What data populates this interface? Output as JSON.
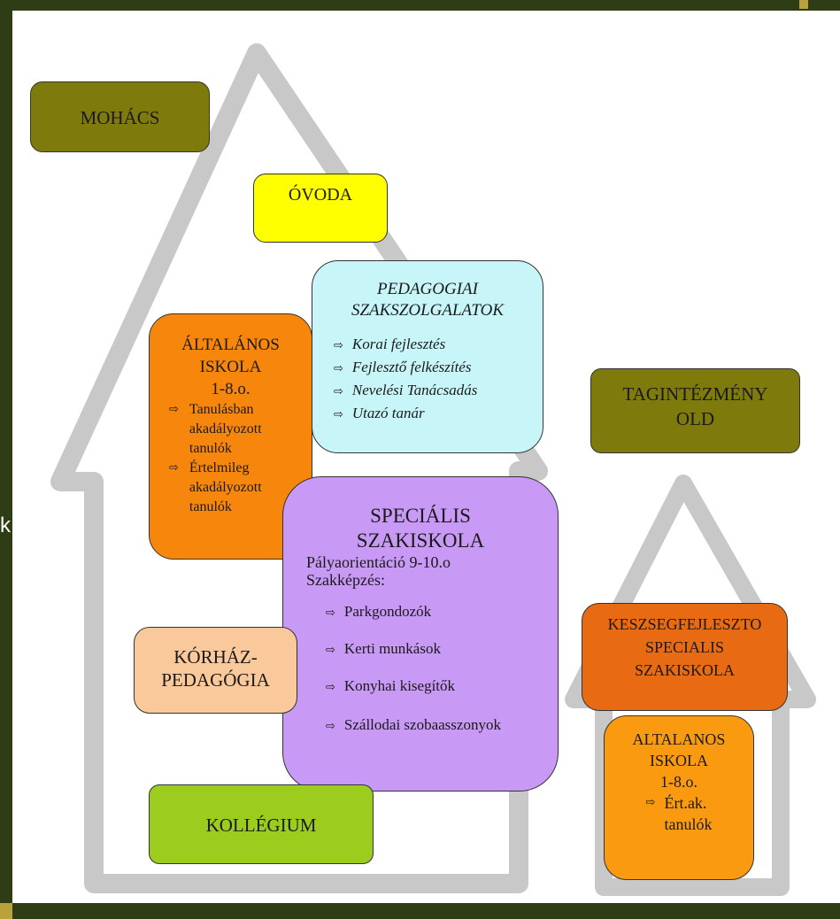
{
  "nodes": {
    "mohacs": "MOHÁCS",
    "ovoda": "ÓVODA",
    "ped_szak": {
      "title_line1": "PEDAGOGIAI",
      "title_line2": "SZAKSZOLGALATOK",
      "items": [
        "Korai fejlesztés",
        "Fejlesztő felkészítés",
        "Nevelési Tanácsadás",
        "Utazó tanár"
      ]
    },
    "altalanos_iskola": {
      "title_line1": "ÁLTALÁNOS",
      "title_line2": "ISKOLA",
      "title_line3": "1-8.o.",
      "items": [
        "Tanulásban akadályozott tanulók",
        "Értelmileg akadályozott tanulók"
      ]
    },
    "tagintezmeny": {
      "line1": "TAGINTÉZMÉNY",
      "line2": "OLD"
    },
    "specialis_szakiskola": {
      "title_line1": "SPECIÁLIS",
      "title_line2": "SZAKISKOLA",
      "line1": "Pályaorientáció 9-10.o",
      "line2": "Szakképzés:",
      "items": [
        "Parkgondozók",
        "Kerti munkások",
        "Konyhai kisegítők",
        "Szállodai szobaasszonyok"
      ]
    },
    "korhaz": {
      "line1": "KÓRHÁZ-",
      "line2": "PEDAGÓGIA"
    },
    "keszsegfejleszto": {
      "line1": "KESZSEGFEJLESZTO",
      "line2": "SPECIALIS",
      "line3": "SZAKISKOLA"
    },
    "altalanos_iskola_old": {
      "line1": "ALTALANOS",
      "line2": "ISKOLA",
      "line3": "1-8.o.",
      "item_line1": "Ért.ak.",
      "item_line2": "tanulók"
    },
    "kollegium": "KOLLÉGIUM"
  },
  "slide_edge_glyph": "k",
  "arrow_glyph": "⇨",
  "colors": {
    "background_frame": "#2f3d16",
    "olive": "#7e7a0c",
    "yellow": "#ffff00",
    "light_cyan": "#c8f6f8",
    "orange": "#f7860c",
    "lilac": "#c89af5",
    "peach": "#f9c99b",
    "dark_orange": "#e86a12",
    "amber": "#f99a10",
    "lime": "#9ccc1e",
    "house_outline": "#c8c8c8"
  }
}
